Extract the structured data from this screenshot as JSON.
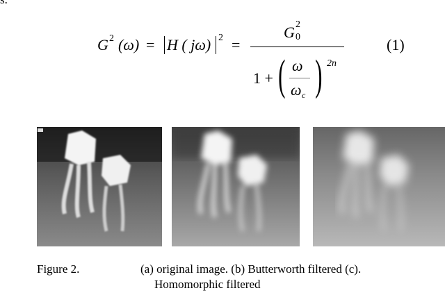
{
  "top_fragment": "s.",
  "equation": {
    "lhs": "G",
    "lhs_sup": "2",
    "lhs_arg": "(ω)",
    "eq1": "=",
    "abs_expr": "H ( jω)",
    "abs_sup": "2",
    "eq2": "=",
    "numerator": "G",
    "num_sub": "0",
    "num_sup": "2",
    "den_one_plus": "1 +",
    "den_frac_num": "ω",
    "den_frac_den": "ω",
    "den_frac_den_sub": "c",
    "den_sup": "2n",
    "number": "(1)"
  },
  "figure": {
    "label": "Figure 2.",
    "caption_line1": "(a) original image. (b) Butterworth filtered  (c).",
    "caption_line2": "Homomorphic filtered",
    "panels": [
      "original image",
      "Butterworth filtered",
      "Homomorphic filtered"
    ]
  }
}
